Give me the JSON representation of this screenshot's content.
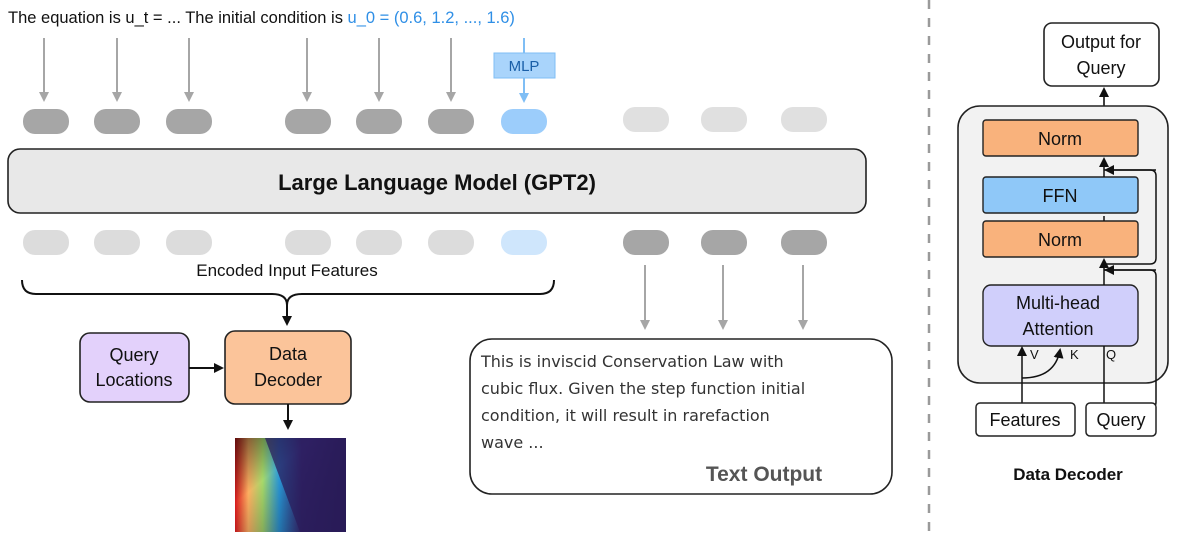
{
  "top_text": {
    "prefix": "The equation is u_t = ... The initial condition is ",
    "highlight": "u_0 = (0.6, 1.2, ..., 1.6)"
  },
  "mlp_label": "MLP",
  "llm_label": "Large Language Model (GPT2)",
  "encoded_label": "Encoded Input Features",
  "query_locations": [
    "Query",
    "Locations"
  ],
  "data_decoder": [
    "Data",
    "Decoder"
  ],
  "text_output": {
    "lines": [
      "This is inviscid Conservation Law with",
      "cubic flux. Given the step function initial",
      "condition, it will result in rarefaction",
      "wave ..."
    ],
    "title": "Text Output"
  },
  "decoder_detail": {
    "output": [
      "Output for",
      "Query"
    ],
    "norm_top": "Norm",
    "ffn": "FFN",
    "norm_bottom": "Norm",
    "attention": [
      "Multi-head",
      "Attention"
    ],
    "v": "V",
    "k": "K",
    "q": "Q",
    "features": "Features",
    "query": "Query",
    "caption": "Data Decoder"
  },
  "colors": {
    "highlight_blue": "#2f8fe6",
    "mlp_fill": "#a9d4fb",
    "token_dark": "#a6a6a6",
    "token_light": "#dcdcdc",
    "token_blue": "#9ccdfb",
    "token_blue_light": "#cfe6fc",
    "query_purple": "#e3d1fb",
    "decoder_orange": "#fbc49a",
    "norm_orange": "#f9b27c",
    "ffn_blue": "#8fc8f8",
    "attn_purple": "#d0cffb",
    "llm_fill": "#e8e8e8"
  }
}
